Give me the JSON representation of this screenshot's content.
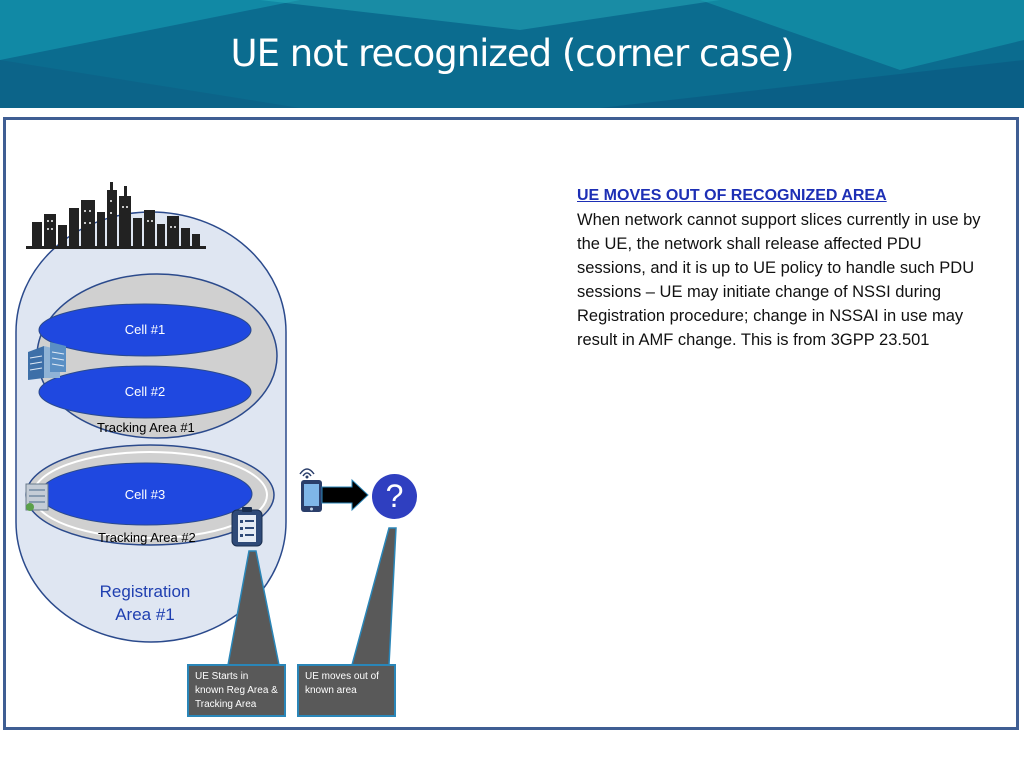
{
  "slide": {
    "title": "UE not recognized (corner case)"
  },
  "diagram": {
    "cell1": "Cell #1",
    "cell2": "Cell #2",
    "tracking_area_1": "Tracking Area #1",
    "cell3": "Cell #3",
    "tracking_area_2": "Tracking Area #2",
    "registration_area_line1": "Registration",
    "registration_area_line2": "Area #1",
    "question_mark": "?",
    "callout_start": "UE Starts in known Reg Area & Tracking Area",
    "callout_moves": "UE moves out of known area"
  },
  "description": {
    "heading": "UE MOVES OUT OF RECOGNIZED AREA",
    "body": "When network cannot support slices currently in use by the UE, the network shall release affected PDU sessions, and it is up to UE policy to handle such PDU sessions – UE may initiate change of NSSI during Registration procedure; change in NSSAI in use may result in AMF change.  This is from 3GPP 23.501"
  },
  "colors": {
    "header_bg": "#0a6f93",
    "frame_border": "#3f5e93",
    "registration_fill": "#dfe6f2",
    "tracking_fill": "#d0d0d0",
    "cell_fill": "#1f48e0",
    "heading_color": "#1d2fb5"
  },
  "icons": [
    "city-skyline-icon",
    "office-building-icon",
    "server-building-icon",
    "smartphone-icon",
    "clipboard-list-icon",
    "arrow-right-icon",
    "question-mark-icon"
  ]
}
